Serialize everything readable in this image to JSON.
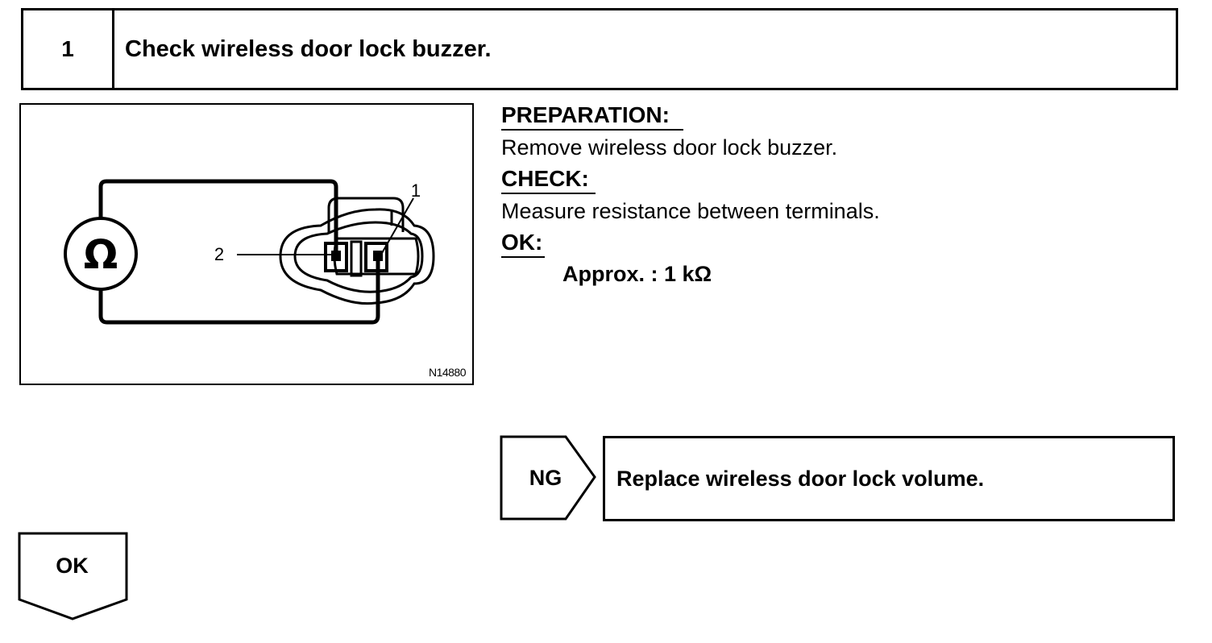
{
  "step": {
    "number": "1",
    "title": "Check wireless door lock buzzer."
  },
  "figure": {
    "meter_symbol": "Ω",
    "terminal_1_label": "1",
    "terminal_2_label": "2",
    "code": "N14880"
  },
  "instructions": {
    "preparation_heading": "PREPARATION:",
    "preparation_text": "Remove wireless door lock buzzer.",
    "check_heading": "CHECK:",
    "check_text": "Measure resistance between terminals.",
    "ok_heading": "OK:",
    "ok_spec": "Approx. : 1 kΩ"
  },
  "results": {
    "ng_label": "NG",
    "ng_action": "Replace wireless door lock volume.",
    "ok_label": "OK"
  }
}
